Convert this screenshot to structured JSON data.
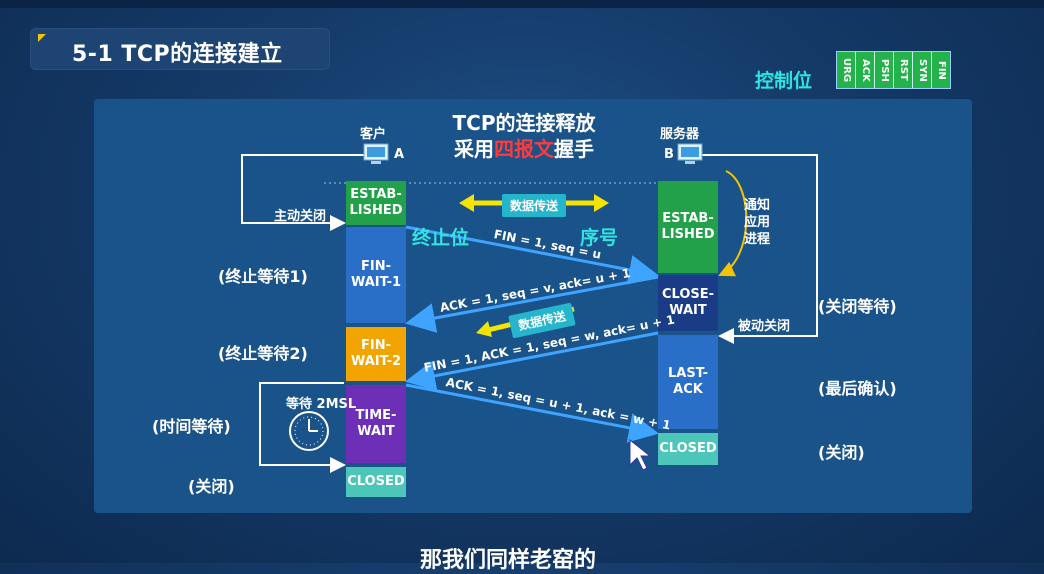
{
  "title": "5-1 TCP的连接建立",
  "control_bits": {
    "label": "控制位",
    "bits": [
      "URG",
      "ACK",
      "PSH",
      "RST",
      "SYN",
      "FIN"
    ]
  },
  "diagram": {
    "heading_line1": "TCP的连接释放",
    "heading_prefix": "采用",
    "heading_highlight": "四报文",
    "heading_suffix": "握手",
    "client_label": "客户",
    "client_letter": "A",
    "server_label": "服务器",
    "server_letter": "B",
    "active_close": "主动关闭",
    "passive_close": "被动关闭",
    "notify_app": [
      "通知",
      "应用",
      "进程"
    ],
    "data_transfer_top": "数据传送",
    "data_transfer_mid": "数据传送",
    "fin_bit_label": "终止位",
    "seq_label": "序号",
    "wait_2msl": "等待 2MSL",
    "messages": {
      "fin1": "FIN = 1, seq = u",
      "ack1": "ACK = 1, seq = v, ack= u + 1",
      "fin2": "FIN = 1, ACK = 1, seq = w, ack= u + 1",
      "ack2": "ACK = 1, seq = u + 1, ack = w + 1"
    },
    "client_states": {
      "established": "ESTAB-\nLISHED",
      "fin_wait_1": "FIN-\nWAIT-1",
      "fin_wait_2": "FIN-\nWAIT-2",
      "time_wait": "TIME-\nWAIT",
      "closed": "CLOSED"
    },
    "server_states": {
      "established": "ESTAB-\nLISHED",
      "close_wait": "CLOSE-\nWAIT",
      "last_ack": "LAST-\nACK",
      "closed": "CLOSED"
    },
    "client_notes": {
      "fin_wait_1": "(终止等待1)",
      "fin_wait_2": "(终止等待2)",
      "time_wait": "(时间等待)",
      "closed": "(关闭)"
    },
    "server_notes": {
      "close_wait": "(关闭等待)",
      "last_ack": "(最后确认)",
      "closed": "(关闭)"
    }
  },
  "subtitle": "那我们同样老窑的",
  "colors": {
    "green": "#23a14a",
    "blue": "#2a6fc7",
    "dark_blue": "#1a3c86",
    "orange": "#f2a400",
    "purple": "#6c2fb6",
    "teal": "#4cc6b9",
    "cyan": "#34e2e0",
    "yellow": "#f5e400"
  }
}
